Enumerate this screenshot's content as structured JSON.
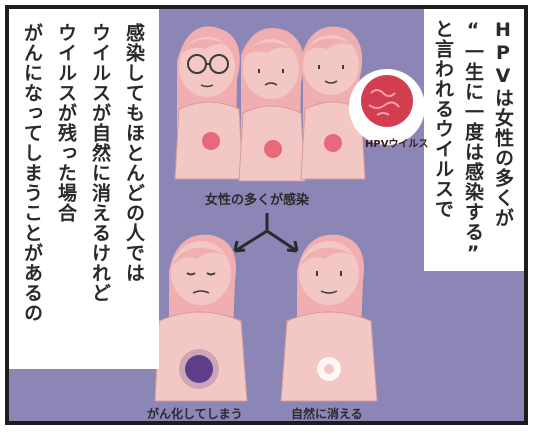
{
  "panel": {
    "right_text": [
      "HPVは女性の多くが",
      "“一生に一度は感染する”",
      "と言われるウイルスで"
    ],
    "left_text": [
      "感染してもほとんどの人では",
      "ウイルスが自然に消えるけれど",
      "ウイルスが残った場合",
      "がんになってしまうことがあるの"
    ],
    "virus_label": "HPVウイルス",
    "caption_top": "女性の多くが感染",
    "caption_cancer": "がん化してしまう",
    "caption_clear": "自然に消える"
  },
  "colors": {
    "background": "#8c86b6",
    "skin": "#f3c7c4",
    "hair": "#f0aeb0",
    "virus": "#d23d4f",
    "spot": "#e86a7a",
    "cancer": "#5c3e8a"
  }
}
